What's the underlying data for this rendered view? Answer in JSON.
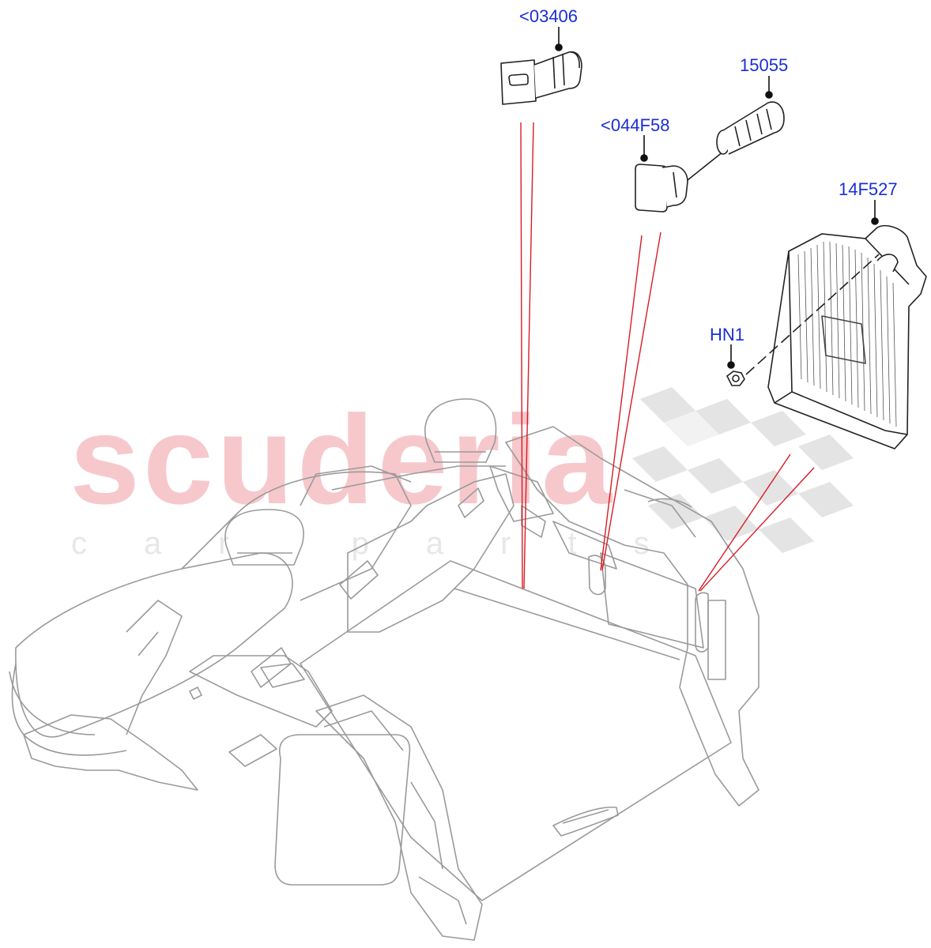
{
  "watermark": {
    "main": "scuderia",
    "sub": "car parts"
  },
  "callouts": [
    {
      "id": "03406",
      "label": "<03406"
    },
    {
      "id": "044F58",
      "label": "<044F58"
    },
    {
      "id": "15055",
      "label": "15055"
    },
    {
      "id": "14F527",
      "label": "14F527"
    },
    {
      "id": "HN1",
      "label": "HN1"
    }
  ],
  "colors": {
    "callout": "#1a2ed6",
    "leader": "#d81c24",
    "outline": "#9a9a9a",
    "part": "#222222",
    "watermark": "#f6c8cc"
  }
}
